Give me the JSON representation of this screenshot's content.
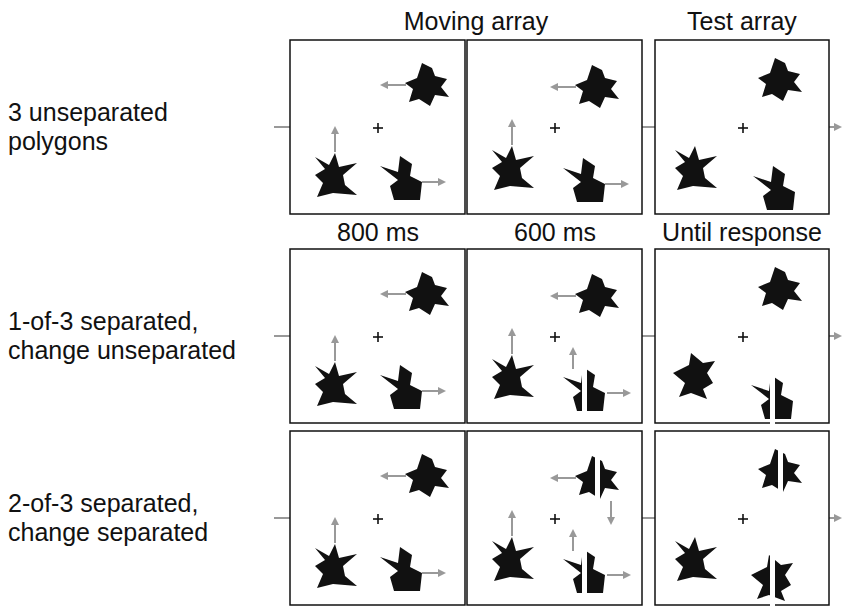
{
  "diagram": {
    "labels": [
      "Moving array",
      "Test array",
      "3 unseparated polygons",
      "800 ms",
      "600 ms",
      "Until response",
      "1-of-3 separated, change unseparated",
      "2-of-3 separated, change separated"
    ]
  }
}
